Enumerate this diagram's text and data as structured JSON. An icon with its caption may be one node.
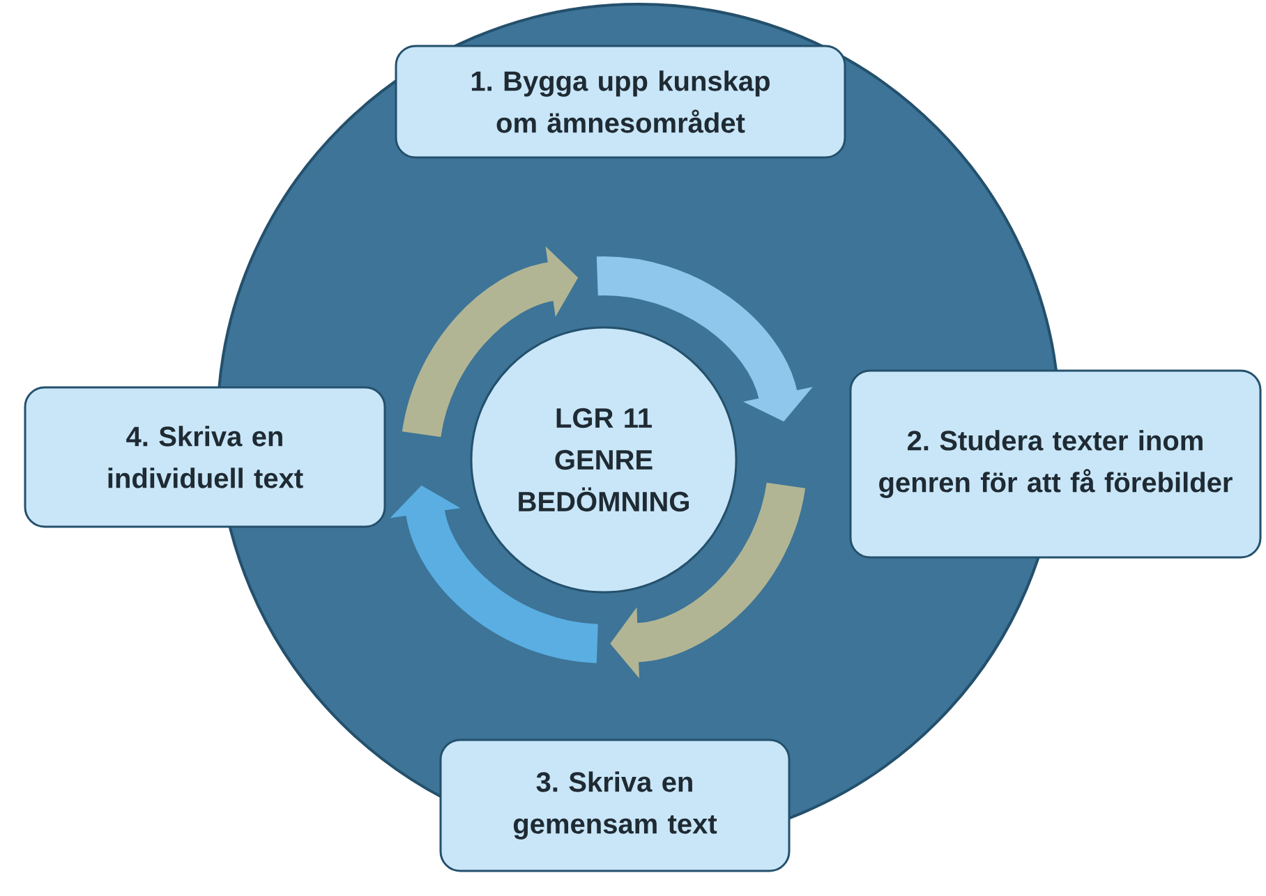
{
  "diagram": {
    "nodes": [
      {
        "text": [
          "LGR 11 GENRE BEDÖMNING"
        ]
      },
      {
        "text": [
          "1. Bygga upp kunskap om ämnesområdet"
        ]
      },
      {
        "text": [
          "2. Studera texter inom genren för att få förebilder"
        ]
      },
      {
        "text": [
          "3. Skriva en gemensam text"
        ]
      },
      {
        "text": [
          "4. Skriva en individuell text"
        ]
      }
    ]
  }
}
